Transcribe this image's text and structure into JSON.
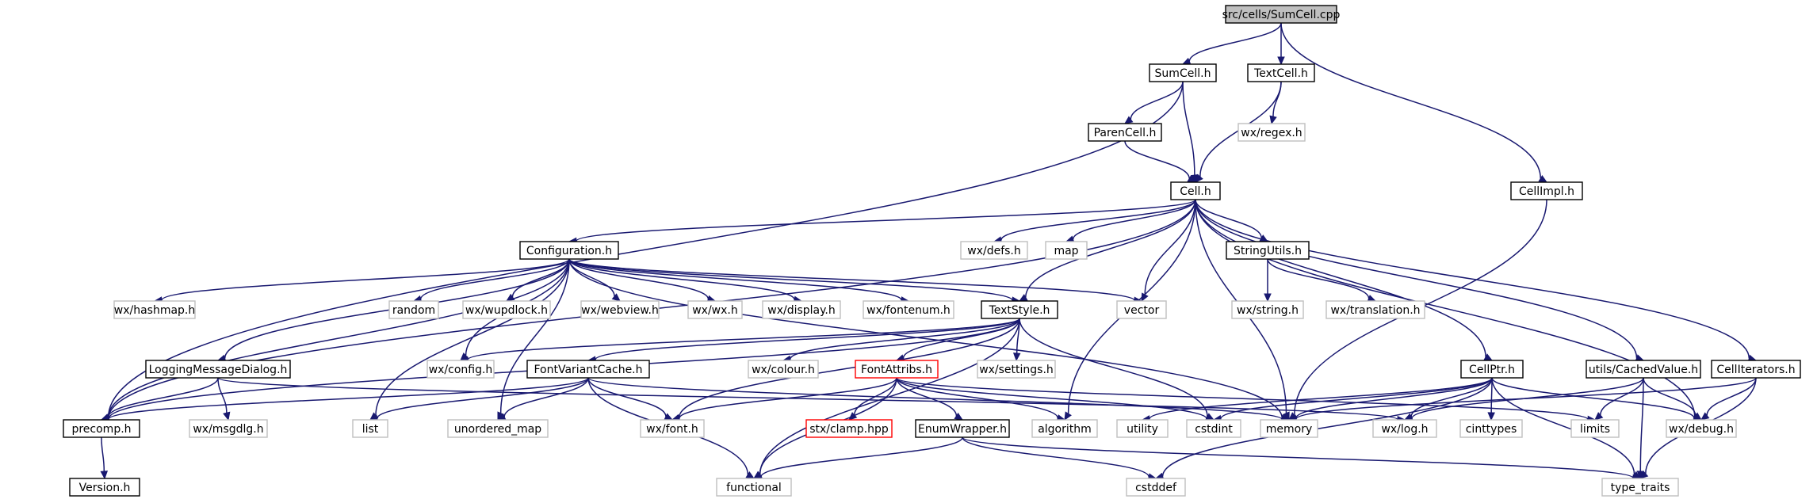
{
  "title": "src/cells/SumCell.cpp",
  "colors": {
    "edge": "#191970",
    "root_fill": "#bfbfbf",
    "documented_border": "#000000",
    "external_border": "#bfbfbf",
    "missing_border": "#ff0000"
  },
  "nodes": [
    {
      "id": "root",
      "label": "src/cells/SumCell.cpp",
      "kind": "root"
    },
    {
      "id": "sumcell",
      "label": "SumCell.h",
      "kind": "doc"
    },
    {
      "id": "textcell",
      "label": "TextCell.h",
      "kind": "doc"
    },
    {
      "id": "parencell",
      "label": "ParenCell.h",
      "kind": "doc"
    },
    {
      "id": "wxregex",
      "label": "wx/regex.h",
      "kind": "sys"
    },
    {
      "id": "cell",
      "label": "Cell.h",
      "kind": "doc"
    },
    {
      "id": "cellimpl",
      "label": "CellImpl.h",
      "kind": "doc"
    },
    {
      "id": "configuration",
      "label": "Configuration.h",
      "kind": "doc"
    },
    {
      "id": "wxdefs",
      "label": "wx/defs.h",
      "kind": "sys"
    },
    {
      "id": "map",
      "label": "map",
      "kind": "sys"
    },
    {
      "id": "stringutils",
      "label": "StringUtils.h",
      "kind": "doc"
    },
    {
      "id": "wxhashmap",
      "label": "wx/hashmap.h",
      "kind": "sys"
    },
    {
      "id": "random",
      "label": "random",
      "kind": "sys"
    },
    {
      "id": "wxwupdlock",
      "label": "wx/wupdlock.h",
      "kind": "sys"
    },
    {
      "id": "wxwebview",
      "label": "wx/webview.h",
      "kind": "sys"
    },
    {
      "id": "wxwx",
      "label": "wx/wx.h",
      "kind": "sys"
    },
    {
      "id": "wxdisplay",
      "label": "wx/display.h",
      "kind": "sys"
    },
    {
      "id": "wxfontenum",
      "label": "wx/fontenum.h",
      "kind": "sys"
    },
    {
      "id": "textstyle",
      "label": "TextStyle.h",
      "kind": "doc"
    },
    {
      "id": "vector",
      "label": "vector",
      "kind": "sys"
    },
    {
      "id": "wxstring",
      "label": "wx/string.h",
      "kind": "sys"
    },
    {
      "id": "wxtranslation",
      "label": "wx/translation.h",
      "kind": "sys"
    },
    {
      "id": "logging",
      "label": "LoggingMessageDialog.h",
      "kind": "doc"
    },
    {
      "id": "wxconfig",
      "label": "wx/config.h",
      "kind": "sys"
    },
    {
      "id": "fontvariant",
      "label": "FontVariantCache.h",
      "kind": "doc"
    },
    {
      "id": "wxcolour",
      "label": "wx/colour.h",
      "kind": "sys"
    },
    {
      "id": "fontattribs",
      "label": "FontAttribs.h",
      "kind": "err"
    },
    {
      "id": "wxsettings",
      "label": "wx/settings.h",
      "kind": "sys"
    },
    {
      "id": "cellptr",
      "label": "CellPtr.h",
      "kind": "doc"
    },
    {
      "id": "cachedvalue",
      "label": "utils/CachedValue.h",
      "kind": "doc"
    },
    {
      "id": "celliterators",
      "label": "CellIterators.h",
      "kind": "doc"
    },
    {
      "id": "precomp",
      "label": "precomp.h",
      "kind": "doc"
    },
    {
      "id": "wxmsgdlg",
      "label": "wx/msgdlg.h",
      "kind": "sys"
    },
    {
      "id": "list",
      "label": "list",
      "kind": "sys"
    },
    {
      "id": "unordered_map",
      "label": "unordered_map",
      "kind": "sys"
    },
    {
      "id": "wxfont",
      "label": "wx/font.h",
      "kind": "sys"
    },
    {
      "id": "stxclamp",
      "label": "stx/clamp.hpp",
      "kind": "err"
    },
    {
      "id": "enumwrapper",
      "label": "EnumWrapper.h",
      "kind": "doc"
    },
    {
      "id": "algorithm",
      "label": "algorithm",
      "kind": "sys"
    },
    {
      "id": "utility",
      "label": "utility",
      "kind": "sys"
    },
    {
      "id": "cstdint",
      "label": "cstdint",
      "kind": "sys"
    },
    {
      "id": "memory",
      "label": "memory",
      "kind": "sys"
    },
    {
      "id": "wxlog",
      "label": "wx/log.h",
      "kind": "sys"
    },
    {
      "id": "cinttypes",
      "label": "cinttypes",
      "kind": "sys"
    },
    {
      "id": "limits",
      "label": "limits",
      "kind": "sys"
    },
    {
      "id": "wxdebug",
      "label": "wx/debug.h",
      "kind": "sys"
    },
    {
      "id": "version",
      "label": "Version.h",
      "kind": "doc"
    },
    {
      "id": "functional",
      "label": "functional",
      "kind": "sys"
    },
    {
      "id": "cstddef",
      "label": "cstddef",
      "kind": "sys"
    },
    {
      "id": "typetraits",
      "label": "type_traits",
      "kind": "sys"
    }
  ],
  "edges": [
    [
      "root",
      "sumcell"
    ],
    [
      "root",
      "textcell"
    ],
    [
      "root",
      "cellimpl"
    ],
    [
      "sumcell",
      "parencell"
    ],
    [
      "sumcell",
      "cell"
    ],
    [
      "sumcell",
      "precomp"
    ],
    [
      "textcell",
      "wxregex"
    ],
    [
      "textcell",
      "cell"
    ],
    [
      "parencell",
      "cell"
    ],
    [
      "cellimpl",
      "memory"
    ],
    [
      "cell",
      "configuration"
    ],
    [
      "cell",
      "wxdefs"
    ],
    [
      "cell",
      "map"
    ],
    [
      "cell",
      "stringutils"
    ],
    [
      "cell",
      "textstyle"
    ],
    [
      "cell",
      "vector"
    ],
    [
      "cell",
      "algorithm"
    ],
    [
      "cell",
      "memory"
    ],
    [
      "cell",
      "cellptr"
    ],
    [
      "cell",
      "cachedvalue"
    ],
    [
      "cell",
      "celliterators"
    ],
    [
      "cell",
      "precomp"
    ],
    [
      "cell",
      "wxdebug"
    ],
    [
      "configuration",
      "wxhashmap"
    ],
    [
      "configuration",
      "random"
    ],
    [
      "configuration",
      "wxwupdlock"
    ],
    [
      "configuration",
      "wxwebview"
    ],
    [
      "configuration",
      "wxwx"
    ],
    [
      "configuration",
      "wxdisplay"
    ],
    [
      "configuration",
      "wxfontenum"
    ],
    [
      "configuration",
      "textstyle"
    ],
    [
      "configuration",
      "vector"
    ],
    [
      "configuration",
      "logging"
    ],
    [
      "configuration",
      "wxconfig"
    ],
    [
      "configuration",
      "list"
    ],
    [
      "configuration",
      "unordered_map"
    ],
    [
      "configuration",
      "precomp"
    ],
    [
      "configuration",
      "memory"
    ],
    [
      "stringutils",
      "wxstring"
    ],
    [
      "stringutils",
      "wxtranslation"
    ],
    [
      "textstyle",
      "wxconfig"
    ],
    [
      "textstyle",
      "fontvariant"
    ],
    [
      "textstyle",
      "wxcolour"
    ],
    [
      "textstyle",
      "fontattribs"
    ],
    [
      "textstyle",
      "wxsettings"
    ],
    [
      "textstyle",
      "wxfont"
    ],
    [
      "textstyle",
      "functional"
    ],
    [
      "textstyle",
      "cstdint"
    ],
    [
      "textstyle",
      "precomp"
    ],
    [
      "logging",
      "precomp"
    ],
    [
      "logging",
      "wxmsgdlg"
    ],
    [
      "logging",
      "wxlog"
    ],
    [
      "fontvariant",
      "precomp"
    ],
    [
      "fontvariant",
      "list"
    ],
    [
      "fontvariant",
      "unordered_map"
    ],
    [
      "fontvariant",
      "wxfont"
    ],
    [
      "fontvariant",
      "functional"
    ],
    [
      "fontvariant",
      "memory"
    ],
    [
      "fontattribs",
      "wxfont"
    ],
    [
      "fontattribs",
      "stxclamp"
    ],
    [
      "fontattribs",
      "enumwrapper"
    ],
    [
      "fontattribs",
      "algorithm"
    ],
    [
      "fontattribs",
      "functional"
    ],
    [
      "fontattribs",
      "cstdint"
    ],
    [
      "fontattribs",
      "limits"
    ],
    [
      "enumwrapper",
      "functional"
    ],
    [
      "enumwrapper",
      "cstddef"
    ],
    [
      "enumwrapper",
      "typetraits"
    ],
    [
      "cellptr",
      "utility"
    ],
    [
      "cellptr",
      "cstdint"
    ],
    [
      "cellptr",
      "memory"
    ],
    [
      "cellptr",
      "wxlog"
    ],
    [
      "cellptr",
      "cinttypes"
    ],
    [
      "cellptr",
      "wxdebug"
    ],
    [
      "cellptr",
      "typetraits"
    ],
    [
      "cellptr",
      "cstddef"
    ],
    [
      "cachedvalue",
      "wxlog"
    ],
    [
      "cachedvalue",
      "limits"
    ],
    [
      "cachedvalue",
      "wxdebug"
    ],
    [
      "cachedvalue",
      "typetraits"
    ],
    [
      "celliterators",
      "wxdebug"
    ],
    [
      "celliterators",
      "typetraits"
    ],
    [
      "celliterators",
      "memory"
    ],
    [
      "precomp",
      "version"
    ]
  ]
}
